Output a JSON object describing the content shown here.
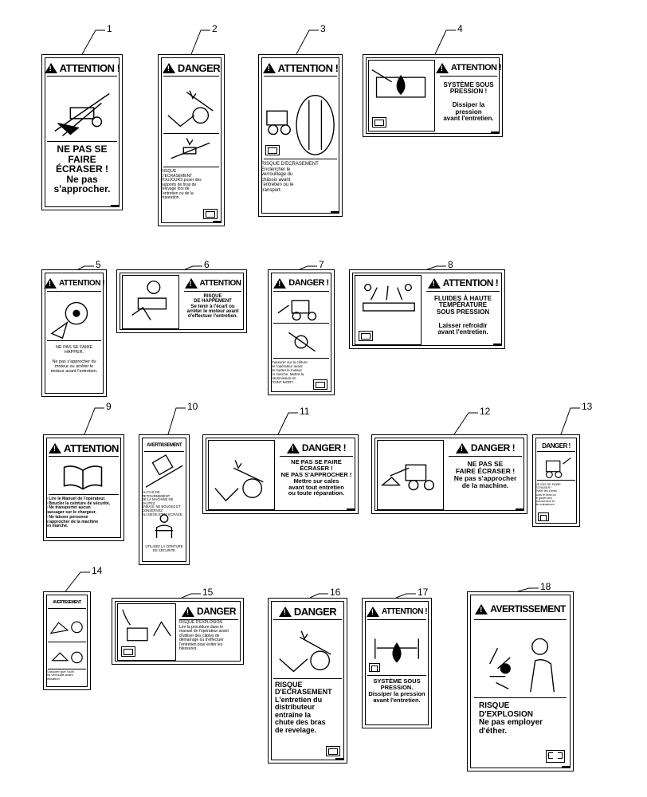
{
  "callouts": [
    "1",
    "2",
    "3",
    "4",
    "5",
    "6",
    "7",
    "8",
    "9",
    "10",
    "11",
    "12",
    "13",
    "14",
    "15",
    "16",
    "17",
    "18"
  ],
  "decals": [
    {
      "id": "1",
      "signal": "ATTENTION !",
      "text": "NE PAS SE\nFAIRE\nÉCRASER !\nNe pas\ns'approcher."
    },
    {
      "id": "2",
      "signal": "DANGER",
      "text": "RISQUE\nD'ECRASEMENT\nTOUJOURS poser des\nsupports de bras de\nrelevage lors de\nl'entretien ou de la\nréparation."
    },
    {
      "id": "3",
      "signal": "ATTENTION !",
      "text": "RISQUE D'ECRASEMENT\nEnclencher le\nverrouillage du\nchâssis avant\nl'entretien ou le\ntransport."
    },
    {
      "id": "4",
      "signal": "ATTENTION !",
      "text": "SYSTÈME SOUS\nPRESSION !\n\nDissiper la pression\navant l'entretien."
    },
    {
      "id": "5",
      "signal": "ATTENTION !",
      "text": "NE PAS SE FAIRE\nHAPPER.\n\nNe pas s'approcher du\nmoteur ou arrêter le\nmoteur avant l'entretien."
    },
    {
      "id": "6",
      "signal": "ATTENTION",
      "text": "RISQUE\nDE HAPPEMENT\nSe tenir à l'écart ou\narrêter le moteur avant\nd'effectuer l'entretien."
    },
    {
      "id": "7",
      "signal": "DANGER !",
      "text": "S'assurer sur la clôture\nde l'opérateur avant\nde mettre le moteur\nen marche. Mettre la\ntransmission en\nPOINT MORT."
    },
    {
      "id": "8",
      "signal": "ATTENTION !",
      "text": "FLUIDES À HAUTE\nTEMPÉRATURE\nSOUS PRESSION\n\nLaisser refroidir\navant l'entretien."
    },
    {
      "id": "9",
      "signal": "ATTENTION",
      "text": "• Lire le Manuel de l'opérateur.\n• Boucler la ceinture de sécurité.\n• Ne transporter aucun\n  passager sur le chargeur.\n• Ne laisser personne\n  s'approcher de la machine\n  en marche."
    },
    {
      "id": "10",
      "signal": "AVERTISSEMENT",
      "text": "AU CAS DE RETOURNEMENT\nDE LA MACHINE NE SAUTEZ\nJAMAIS, NE BOUGEZ ET CONSERVEZ\nAU SIEGE ETRE ECRASE.",
      "text2": "UTILISEZ LA CEINTURE\nDE SECURITE"
    },
    {
      "id": "11",
      "signal": "DANGER !",
      "text": "NE PAS SE FAIRE\nÉCRASER !\nNE PAS S'APPROCHER !\nMettre sur cales\navant tout entretien\nou toute réparation."
    },
    {
      "id": "12",
      "signal": "DANGER !",
      "text": "NE PAS SE\nFAIRE ÉCRASER !\nNe pas s'approcher\nde la machine."
    },
    {
      "id": "13",
      "signal": "DANGER !",
      "text": "NE PAS SE FAIRE\nÉCRASER !\nEviter les zones\nsous le bras ou\nle godet lors\nmouvement et\nde manœuvre."
    },
    {
      "id": "14",
      "signal": "AVERTISSEMENT",
      "text": "S'assurer que l'outil\nest verrouillé avant\nutilisation."
    },
    {
      "id": "15",
      "signal": "DANGER",
      "text": "RISQUE D'EXPLOSION\nLire la procédure dans le\nmanuel de l'opérateur avant\nd'utiliser des câbles de\ndémarrage ou d'effectuer\nl'entretien pour éviter les\nblessures."
    },
    {
      "id": "16",
      "signal": "DANGER",
      "text": "RISQUE\nD'ECRASEMENT\nL'entretien du\ndistributeur\nentraîne la\nchute des bras\nde revelage."
    },
    {
      "id": "17",
      "signal": "ATTENTION !",
      "text": "SYSTÈME SOUS\nPRESSION.\nDissiper la pression\navant l'entretien."
    },
    {
      "id": "18",
      "signal": "AVERTISSEMENT",
      "text": "RISQUE\nD'EXPLOSION\nNe pas employer\nd'éther."
    }
  ]
}
